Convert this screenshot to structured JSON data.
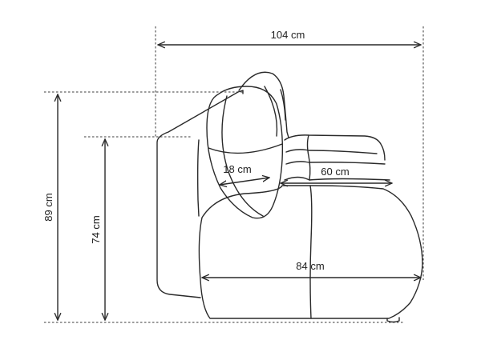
{
  "dimensions": {
    "width_top": "104 cm",
    "height_total": "89 cm",
    "height_back": "74 cm",
    "pillow_depth": "18 cm",
    "seat_depth": "60 cm",
    "depth_total": "84 cm"
  },
  "colors": {
    "line": "#2a2a2a",
    "text": "#222222",
    "background": "#ffffff"
  }
}
